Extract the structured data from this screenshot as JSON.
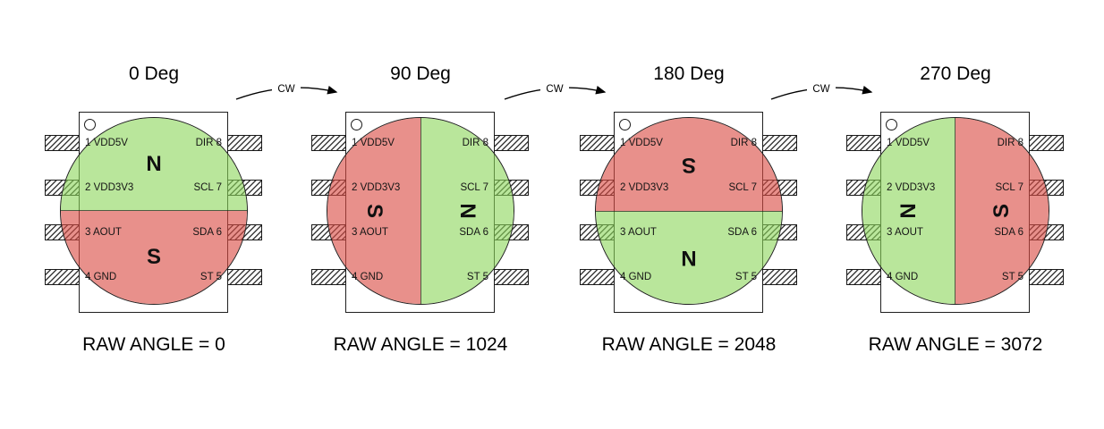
{
  "diagram": {
    "cw_label": "CW",
    "colors": {
      "north_fill": "#8AD55899",
      "south_fill": "#DA4C449E",
      "outline": "#1f1f1f"
    },
    "pins": {
      "left": [
        "1 VDD5V",
        "2 VDD3V3",
        "3 AOUT",
        "4 GND"
      ],
      "right": [
        "DIR 8",
        "SCL 7",
        "SDA 6",
        "ST 5"
      ]
    },
    "units": [
      {
        "title": "0 Deg",
        "raw_angle": "RAW ANGLE = 0",
        "rotation_deg": 0,
        "north_label": "N",
        "south_label": "S"
      },
      {
        "title": "90 Deg",
        "raw_angle": "RAW ANGLE = 1024",
        "rotation_deg": 90,
        "north_label": "N",
        "south_label": "S"
      },
      {
        "title": "180 Deg",
        "raw_angle": "RAW ANGLE = 2048",
        "rotation_deg": 180,
        "north_label": "N",
        "south_label": "S"
      },
      {
        "title": "270 Deg",
        "raw_angle": "RAW ANGLE = 3072",
        "rotation_deg": 270,
        "north_label": "N",
        "south_label": "S"
      }
    ]
  }
}
